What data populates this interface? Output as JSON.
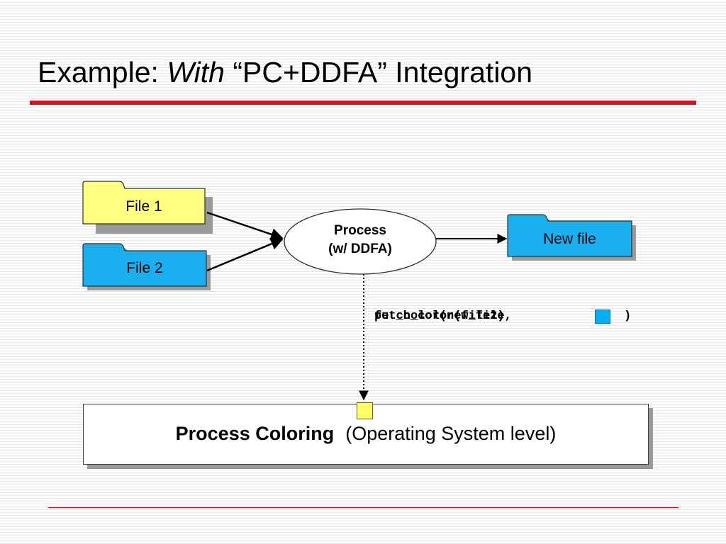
{
  "slide": {
    "title_prefix": "Example: ",
    "title_emphasis": "With",
    "title_suffix": " “PC+DDFA” Integration"
  },
  "diagram": {
    "nodes": {
      "file1": {
        "label": "File 1",
        "fill": "#ffff80"
      },
      "file2": {
        "label": "File 2",
        "fill": "#1ab0f0"
      },
      "process": {
        "line1": "Process",
        "line2": "(w/ DDFA)"
      },
      "new_file": {
        "label": "New file",
        "fill": "#1ab0f0"
      }
    },
    "overlapping_code": [
      "fetch_color(file1)",
      "fetch_color(file2)",
      "put_color(new_file,"
    ],
    "code_close": ")",
    "os_layer": {
      "title": "Process Coloring",
      "subtitle": "(Operating System level)"
    },
    "colors": {
      "accent_red": "#d9141b",
      "yellow": "#ffff66",
      "blue": "#00b0f0"
    }
  }
}
